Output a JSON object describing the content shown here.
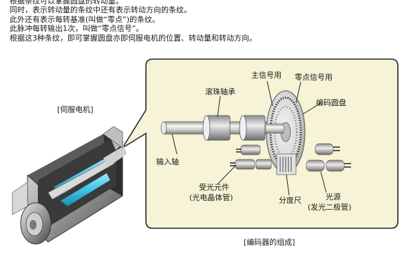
{
  "intro_lines": [
    "根据条纹可以掌握圆盘的转动量。",
    "同时，表示转动量的条纹中还有表示转动方向的条纹。",
    "此外还有表示每转基准(叫做“零点”)的条纹。",
    "此脉冲每转输出1次，叫做“零点信号”。",
    "根据这3种条纹，即可掌握圆盘亦即伺服电机的位置、转动量和转动方向。"
  ],
  "labels": {
    "servo_motor": "[伺服电机]",
    "main_signal": "主信号用",
    "zero_signal": "零点信号用",
    "ball_bearing": "滚珠轴承",
    "encoder_disk": "编码圆盘",
    "input_shaft": "输入轴",
    "receiver_line1": "受光元件",
    "receiver_line2": "(光电晶体管)",
    "scale": "分度尺",
    "source_line1": "光源",
    "source_line2": "(发光二极管)",
    "caption": "[编码器的组成]"
  },
  "colors": {
    "panel_fill": "#f6f3d6",
    "panel_border": "#222222",
    "metal_light": "#f2f2f2",
    "metal_dark": "#8a8a8a",
    "accent_cyan": "#3cc3e6",
    "motor_dark": "#3a3a3a"
  }
}
